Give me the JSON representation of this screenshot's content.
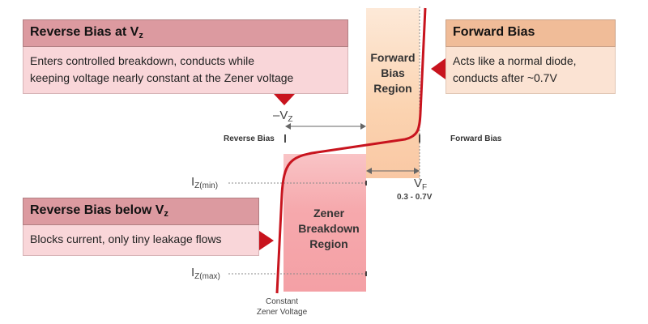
{
  "callouts": {
    "reverse_at_vz": {
      "title": "Reverse Bias at V",
      "title_sub": "z",
      "body_line1": "Enters controlled breakdown, conducts while",
      "body_line2": "keeping voltage nearly constant at the Zener voltage"
    },
    "forward": {
      "title": "Forward Bias",
      "body_line1": "Acts like a normal diode,",
      "body_line2": "conducts after ~0.7V"
    },
    "reverse_below_vz": {
      "title": "Reverse Bias below V",
      "title_sub": "z",
      "body": "Blocks current, only tiny leakage flows"
    }
  },
  "regions": {
    "forward_bias_region": {
      "line1": "Forward",
      "line2": "Bias",
      "line3": "Region"
    },
    "zener_breakdown_region": {
      "line1": "Zener",
      "line2": "Breakdown",
      "line3": "Region"
    }
  },
  "axis_labels": {
    "reverse_bias": "Reverse Bias",
    "forward_bias": "Forward Bias",
    "neg_vz": "–V",
    "neg_vz_sub": "Z",
    "vf": "V",
    "vf_sub": "F",
    "vf_range": "0.3 - 0.7V",
    "iz_min": "I",
    "iz_min_sub": "Z(min)",
    "iz_max": "I",
    "iz_max_sub": "Z(max)",
    "constant_line1": "Constant",
    "constant_line2": "Zener Voltage"
  },
  "colors": {
    "curve": "#c8141e",
    "pointer": "#c8141e",
    "forward_region": "#fbd3b0",
    "zener_region": "#f6a9ad",
    "dims": "#666666"
  }
}
